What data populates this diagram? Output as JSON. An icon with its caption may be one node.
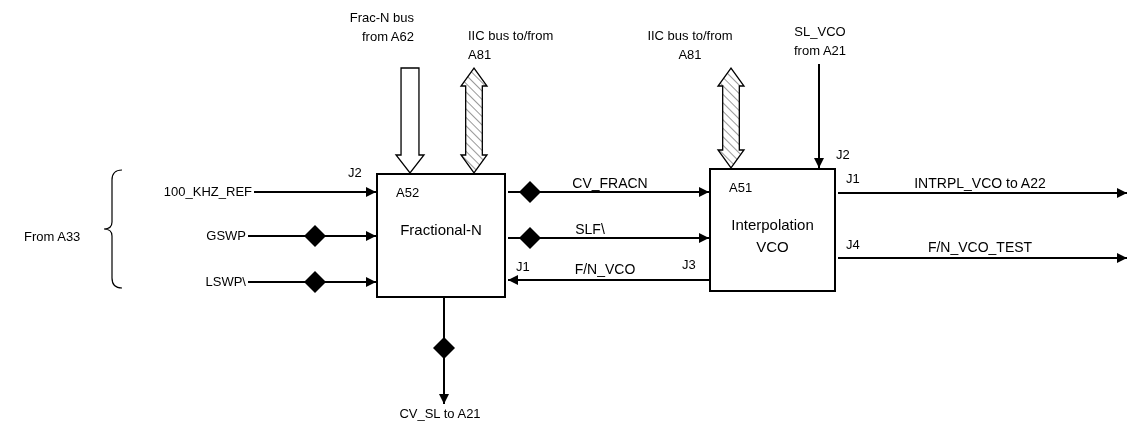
{
  "diagram": {
    "nodes": [
      {
        "text": [
          "A52",
          "Fractional-N"
        ]
      },
      {
        "text": [
          "A51",
          "Interpolation VCO"
        ]
      },
      {
        "text": [
          "100_KHZ_REF"
        ]
      },
      {
        "text": [
          "GSWP"
        ]
      },
      {
        "text": [
          "LSWP\\"
        ]
      },
      {
        "text": [
          "Frac-N bus from A62"
        ]
      },
      {
        "text": [
          "IIC bus to/from A81"
        ]
      },
      {
        "text": [
          "IIC bus to/from A81"
        ]
      },
      {
        "text": [
          "SL_VCO from A21"
        ]
      },
      {
        "text": [
          "CV_SL to A21"
        ]
      }
    ],
    "edges": [
      {
        "from": 2,
        "to": 0,
        "arrow": "to"
      },
      {
        "from": 3,
        "to": 0,
        "arrow": "to"
      },
      {
        "from": 4,
        "to": 0,
        "arrow": "to"
      },
      {
        "from": 5,
        "to": 0,
        "arrow": "to",
        "style": "thick"
      },
      {
        "from": 6,
        "to": 0,
        "arrow": "both",
        "style": "thick"
      },
      {
        "from": 0,
        "to": 1,
        "arrow": "to",
        "label": "CV_FRACN"
      },
      {
        "from": 0,
        "to": 1,
        "arrow": "to",
        "label": "SLF\\"
      },
      {
        "from": 1,
        "to": 0,
        "arrow": "to",
        "label": "F/N_VCO"
      },
      {
        "from": 7,
        "to": 1,
        "arrow": "both",
        "style": "thick"
      },
      {
        "from": 8,
        "to": 1,
        "arrow": "to"
      },
      {
        "from": 1,
        "to": null,
        "arrow": "to",
        "label": "INTRPL_VCO to A22"
      },
      {
        "from": 1,
        "to": null,
        "arrow": "to",
        "label": "F/N_VCO_TEST"
      },
      {
        "from": 0,
        "to": 9,
        "arrow": "to"
      }
    ],
    "labels": [
      "From A33",
      "J2",
      "J1",
      "J3",
      "J2",
      "J1",
      "J4"
    ]
  }
}
